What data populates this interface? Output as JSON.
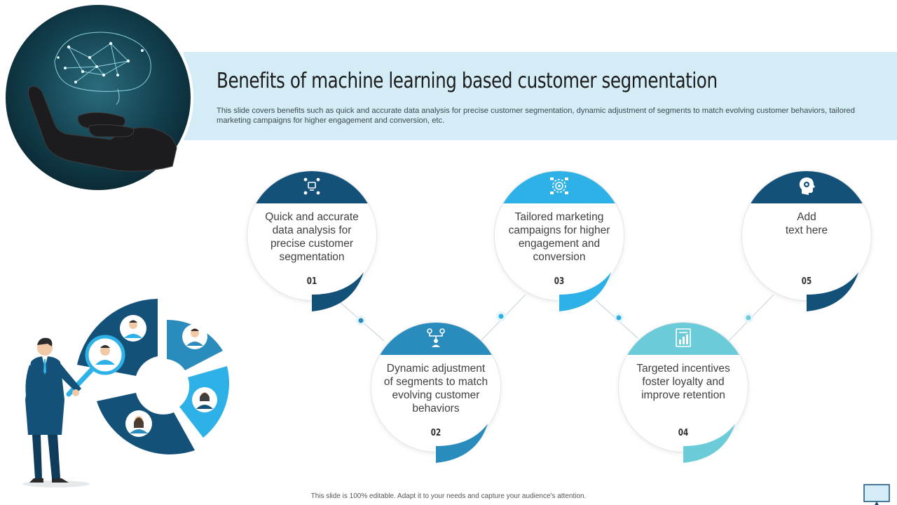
{
  "slide": {
    "title": "Benefits of machine learning based customer segmentation",
    "description": "This slide covers benefits such as quick and accurate data analysis for precise customer segmentation, dynamic adjustment of segments to match evolving customer behaviors, tailored marketing campaigns for higher engagement and conversion, etc.",
    "footer": "This slide is 100% editable. Adapt it to your needs and capture your audience's attention."
  },
  "colors": {
    "dark_blue": "#135178",
    "mid_blue": "#2a8cbd",
    "sky_blue": "#2eb1e6",
    "teal": "#6ccbd9",
    "banner": "#d4ecf6"
  },
  "cards": [
    {
      "number": "01",
      "text": "Quick and accurate data analysis for precise customer segmentation",
      "icon": "network-people-icon",
      "color": "#135178"
    },
    {
      "number": "02",
      "text": "Dynamic adjustment of segments to match evolving customer behaviors",
      "icon": "org-person-icon",
      "color": "#2a8cbd"
    },
    {
      "number": "03",
      "text": "Tailored marketing campaigns for higher engagement and conversion",
      "icon": "target-gear-icon",
      "color": "#2eb1e6"
    },
    {
      "number": "04",
      "text": "Targeted incentives foster loyalty and improve retention",
      "icon": "report-chart-icon",
      "color": "#6ccbd9"
    },
    {
      "number": "05",
      "text": "Add\ntext here",
      "icon": "head-gear-icon",
      "color": "#135178"
    }
  ]
}
